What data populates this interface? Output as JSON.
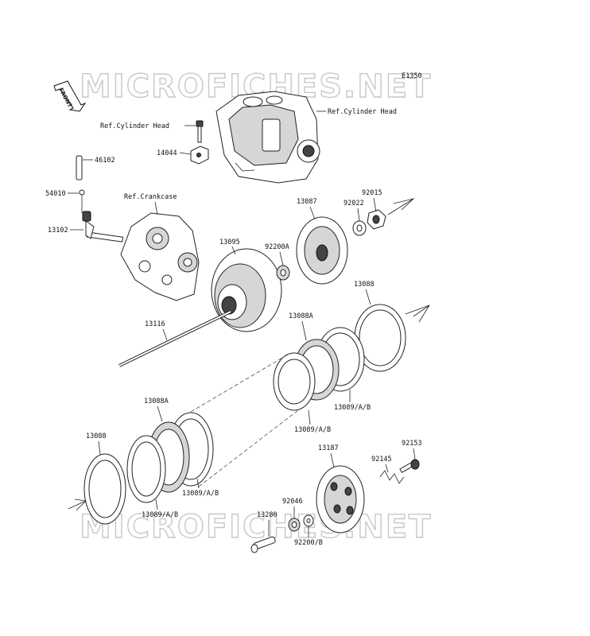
{
  "diagram_code": "E1350",
  "front_label": "FRONT",
  "watermark": "MICROFICHES.NET",
  "labels": {
    "ref_cylinder_head_left": "Ref.Cylinder Head",
    "ref_cylinder_head_right": "Ref.Cylinder Head",
    "ref_crankcase": "Ref.Crankcase",
    "p14044": "14044",
    "p46102": "46102",
    "p54010": "54010",
    "p13102": "13102",
    "p13095": "13095",
    "p92200A": "92200A",
    "p13087": "13087",
    "p92022": "92022",
    "p92015": "92015",
    "p13088_top": "13088",
    "p13088A_top": "13088A",
    "p13116": "13116",
    "p13089_top_right": "13089/A/B",
    "p13089_mid": "13089/A/B",
    "p13088A_left": "13088A",
    "p13088_left": "13088",
    "p13089_left_right": "13089/A/B",
    "p13089_left_bottom": "13089/A/B",
    "p13187": "13187",
    "p92153": "92153",
    "p92145": "92145",
    "p92046": "92046",
    "p13280": "13280",
    "p92200B": "92200/B"
  }
}
